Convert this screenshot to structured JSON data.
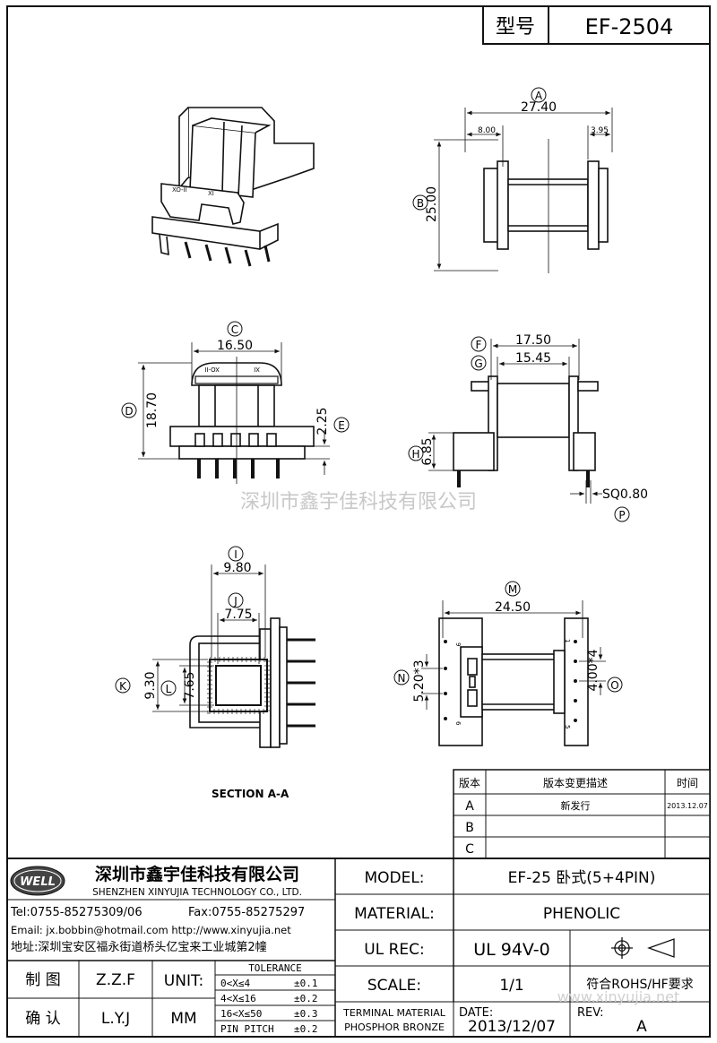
{
  "header": {
    "model_label": "型号",
    "model_value": "EF-2504"
  },
  "dimensions": {
    "A": {
      "label": "A",
      "value": "27.40"
    },
    "A_left": "8.00",
    "A_right": "3.95",
    "B": {
      "label": "B",
      "value": "25.00"
    },
    "C": {
      "label": "C",
      "value": "16.50"
    },
    "D": {
      "label": "D",
      "value": "18.70"
    },
    "E": {
      "label": "E",
      "value": "2.25"
    },
    "F": {
      "label": "F",
      "value": "17.50"
    },
    "G": {
      "label": "G",
      "value": "15.45"
    },
    "H": {
      "label": "H",
      "value": "6.85"
    },
    "P": {
      "label": "P",
      "value": "SQ0.80"
    },
    "I": {
      "label": "I",
      "value": "9.80"
    },
    "J": {
      "label": "J",
      "value": "7.75"
    },
    "K": {
      "label": "K",
      "value": "9.30"
    },
    "L": {
      "label": "L",
      "value": "7.65"
    },
    "M": {
      "label": "M",
      "value": "24.50"
    },
    "N": {
      "label": "N",
      "value": "5.20*3"
    },
    "O": {
      "label": "O",
      "value": "4.00*4"
    }
  },
  "part_marks": {
    "front_left": "XO-II",
    "front_right": "XI"
  },
  "pin_numbers": {
    "n9": "9",
    "n6": "6",
    "n1": "1",
    "n5": "5"
  },
  "section_label": "SECTION  A-A",
  "watermark": "深圳市鑫宇佳科技有限公司",
  "watermark_url": "www.xinyujia.net",
  "revision_table": {
    "headers": [
      "版本",
      "版本变更描述",
      "时间"
    ],
    "rows": [
      {
        "rev": "A",
        "desc": "新发行",
        "date": "2013.12.07"
      },
      {
        "rev": "B",
        "desc": "",
        "date": ""
      },
      {
        "rev": "C",
        "desc": "",
        "date": ""
      }
    ]
  },
  "company": {
    "logo_text": "WELL",
    "name_cn": "深圳市鑫宇佳科技有限公司",
    "name_en": "SHENZHEN XINYUJIA TECHNOLOGY CO., LTD.",
    "tel": "Tel:0755-85275309/06",
    "fax": "Fax:0755-85275297",
    "email": "Email: jx.bobbin@hotmail.com http://www.xinyujia.net",
    "address": "地址:深圳宝安区福永街道桥头亿宝来工业城第2幢"
  },
  "title_block": {
    "model_label": "MODEL:",
    "model_value": "EF-25 卧式(5+4PIN)",
    "material_label": "MATERIAL:",
    "material_value": "PHENOLIC",
    "ulrec_label": "UL REC:",
    "ulrec_value": "UL 94V-0",
    "scale_label": "SCALE:",
    "scale_value": "1/1",
    "rohs": "符合ROHS/HF要求",
    "terminal_line1": "TERMINAL MATERIAL",
    "terminal_line2": "PHOSPHOR BRONZE",
    "date_label": "DATE:",
    "date_value": "2013/12/07",
    "rev_label": "REV:",
    "rev_value": "A"
  },
  "sign_block": {
    "draw_label": "制  图",
    "draw_value": "Z.Z.F",
    "check_label": "确  认",
    "check_value": "L.Y.J",
    "unit_label": "UNIT:",
    "unit_value": "MM",
    "tolerance_title": "TOLERANCE",
    "tolerance_rows": [
      {
        "range": "0<X≤4",
        "tol": "±0.1"
      },
      {
        "range": "4<X≤16",
        "tol": "±0.2"
      },
      {
        "range": "16<X≤50",
        "tol": "±0.3"
      },
      {
        "range": "PIN PITCH",
        "tol": "±0.2"
      }
    ]
  }
}
